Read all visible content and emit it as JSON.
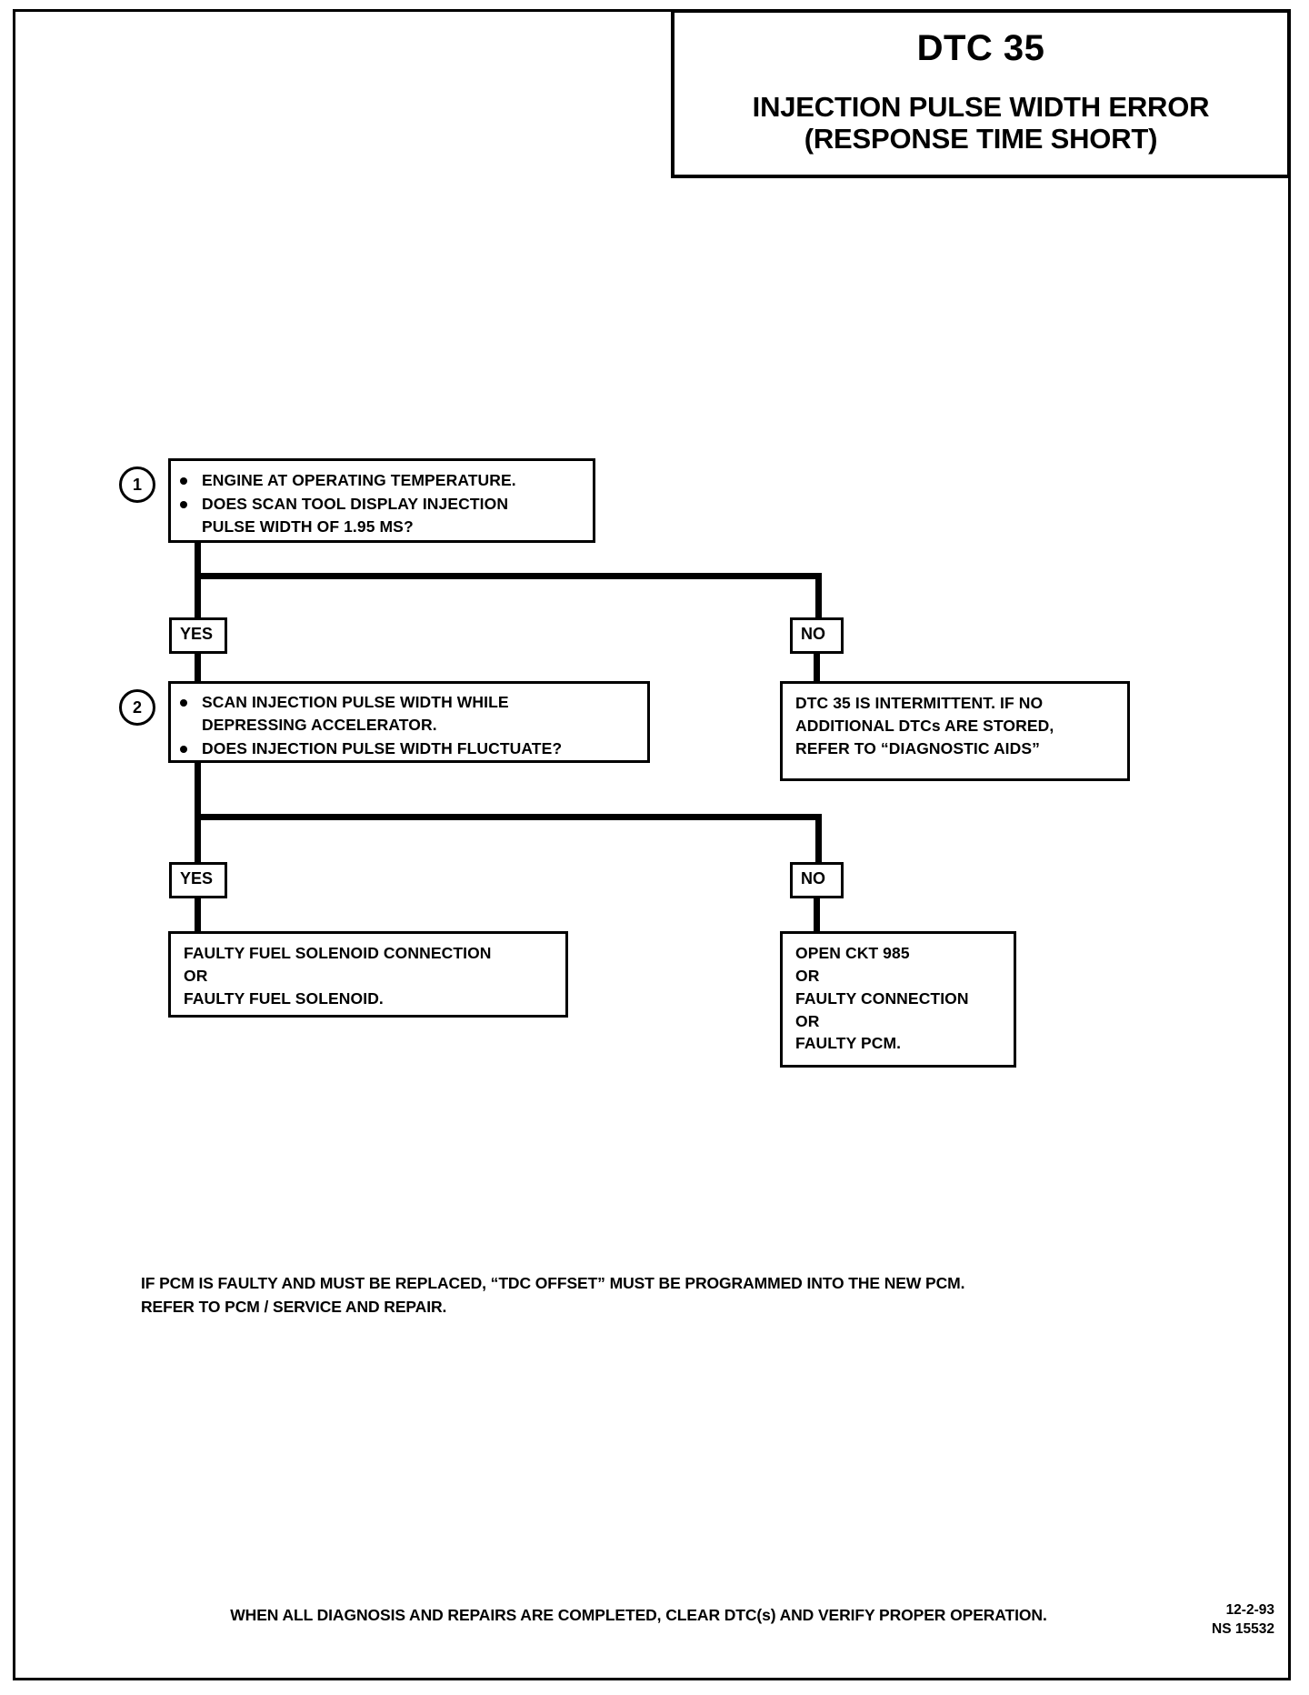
{
  "title_block": {
    "code": "DTC 35",
    "title": "INJECTION PULSE WIDTH ERROR",
    "subtitle": "(RESPONSE TIME SHORT)"
  },
  "flow": {
    "step1": {
      "number": "1",
      "bullets": [
        "ENGINE AT OPERATING TEMPERATURE.",
        "DOES SCAN TOOL DISPLAY INJECTION PULSE WIDTH OF 1.95 MS?"
      ],
      "bullet2_line1": "DOES SCAN TOOL DISPLAY INJECTION",
      "bullet2_line2": "PULSE WIDTH OF 1.95 MS?"
    },
    "step1_yes": "YES",
    "step1_no": "NO",
    "intermittent_box": {
      "line1": "DTC 35 IS INTERMITTENT.  IF NO",
      "line2": "ADDITIONAL DTCs ARE STORED,",
      "line3": "REFER TO “DIAGNOSTIC AIDS”"
    },
    "step2": {
      "number": "2",
      "bullet1_line1": "SCAN INJECTION PULSE WIDTH WHILE",
      "bullet1_line2": "DEPRESSING ACCELERATOR.",
      "bullet2_line1": "DOES INJECTION PULSE WIDTH FLUCTUATE?"
    },
    "step2_yes": "YES",
    "step2_no": "NO",
    "result_left": {
      "line1": "FAULTY FUEL SOLENOID CONNECTION",
      "line2": "OR",
      "line3": "FAULTY FUEL SOLENOID."
    },
    "result_right": {
      "line1": "OPEN CKT 985",
      "line2": "OR",
      "line3": "FAULTY CONNECTION",
      "line4": "OR",
      "line5": "FAULTY PCM."
    }
  },
  "notes": {
    "pcm_note_line1": "IF PCM IS FAULTY AND MUST BE REPLACED, “TDC OFFSET” MUST BE PROGRAMMED INTO THE NEW PCM.",
    "pcm_note_line2": "REFER TO PCM / SERVICE AND REPAIR.",
    "footer": "WHEN ALL DIAGNOSIS AND REPAIRS ARE COMPLETED, CLEAR DTC(s) AND VERIFY PROPER OPERATION.",
    "date": "12-2-93",
    "doc_id": "NS 15532"
  }
}
